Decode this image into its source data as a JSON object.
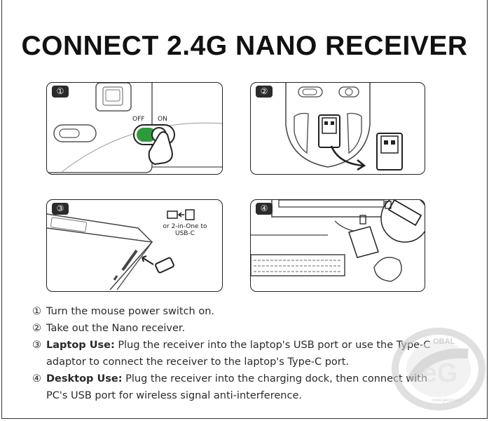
{
  "title": "CONNECT 2.4G NANO RECEIVER",
  "panels": {
    "p1": {
      "badge": "①",
      "off_label": "OFF",
      "on_label": "ON"
    },
    "p2": {
      "badge": "②"
    },
    "p3": {
      "badge": "③",
      "note": "or 2-in-One to USB-C"
    },
    "p4": {
      "badge": "④"
    }
  },
  "instructions": [
    {
      "num": "①",
      "bold": "",
      "text": "Turn the mouse power switch on."
    },
    {
      "num": "②",
      "bold": "",
      "text": "Take out the Nano receiver."
    },
    {
      "num": "③",
      "bold": "Laptop Use:",
      "text": " Plug the receiver into the laptop's USB port or use the Type-C",
      "cont": "adaptor to connect the receiver to the laptop's Type-C port."
    },
    {
      "num": "④",
      "bold": "Desktop Use:",
      "text": " Plug the receiver into the charging dock, then connect with",
      "cont": "PC's USB port for wireless signal anti-interference."
    }
  ],
  "watermark": {
    "top": "OBAL",
    "bottom": "www.gecid.com"
  },
  "colors": {
    "switch_green": "#2e9b3a",
    "ink": "#222222"
  }
}
